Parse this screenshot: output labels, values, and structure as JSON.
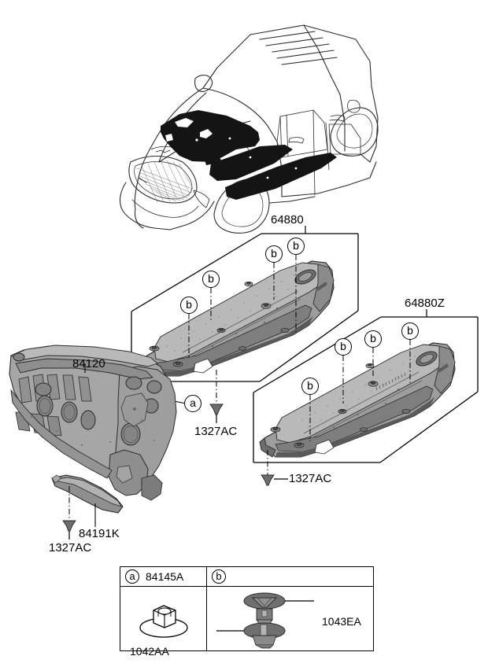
{
  "diagram": {
    "title": "Kia Soul isolation pad / under cover exploded parts diagram",
    "vehicle_view_name": "vehicle-isometric-front-three-quarter",
    "colors": {
      "line": "#000000",
      "panel_light": "#c3c3c3",
      "panel_mid": "#8f8f8f",
      "panel_dark": "#5d5d5d",
      "highlight_black": "#111111",
      "fastener_gray": "#707070",
      "background": "#ffffff"
    },
    "parts": [
      {
        "id": "p-64880",
        "number": "64880",
        "callout": null,
        "name": "under-cover-front-left"
      },
      {
        "id": "p-64880Z",
        "number": "64880Z",
        "callout": null,
        "name": "under-cover-front-right"
      },
      {
        "id": "p-84120",
        "number": "84120",
        "callout": "a",
        "name": "dash-panel-insulation-pad"
      },
      {
        "id": "p-84191K",
        "number": "84191K",
        "callout": null,
        "name": "dash-lower-insulation-strip"
      }
    ],
    "fasteners": [
      {
        "id": "f-1327AC-1",
        "number": "1327AC",
        "name": "clip-fastener"
      },
      {
        "id": "f-1327AC-2",
        "number": "1327AC",
        "name": "clip-fastener"
      },
      {
        "id": "f-1327AC-3",
        "number": "1327AC",
        "name": "clip-fastener"
      }
    ],
    "callout_markers": {
      "a_label": "a",
      "b_label": "b",
      "panel_64880_b_count": 4,
      "panel_64880Z_b_count": 4
    },
    "legend": {
      "cell_a": {
        "marker": "a",
        "code": "84145A",
        "item_name": "flange-nut"
      },
      "cell_b": {
        "marker": "b",
        "code": "",
        "items": [
          {
            "code": "1043EA",
            "name": "screw-grommet-upper"
          },
          {
            "code": "1042AA",
            "name": "push-rivet-lower"
          }
        ]
      }
    }
  },
  "labels": {
    "p64880": "64880",
    "p64880Z": "64880Z",
    "p84120": "84120",
    "p84191K": "84191K",
    "f1327AC_left": "1327AC",
    "f1327AC_mid": "1327AC",
    "f1327AC_right": "1327AC",
    "legend_a_mark": "a",
    "legend_a_code": "84145A",
    "legend_b_mark": "b",
    "legend_1043EA": "1043EA",
    "legend_1042AA": "1042AA",
    "callout_a": "a",
    "callout_b": "b"
  }
}
